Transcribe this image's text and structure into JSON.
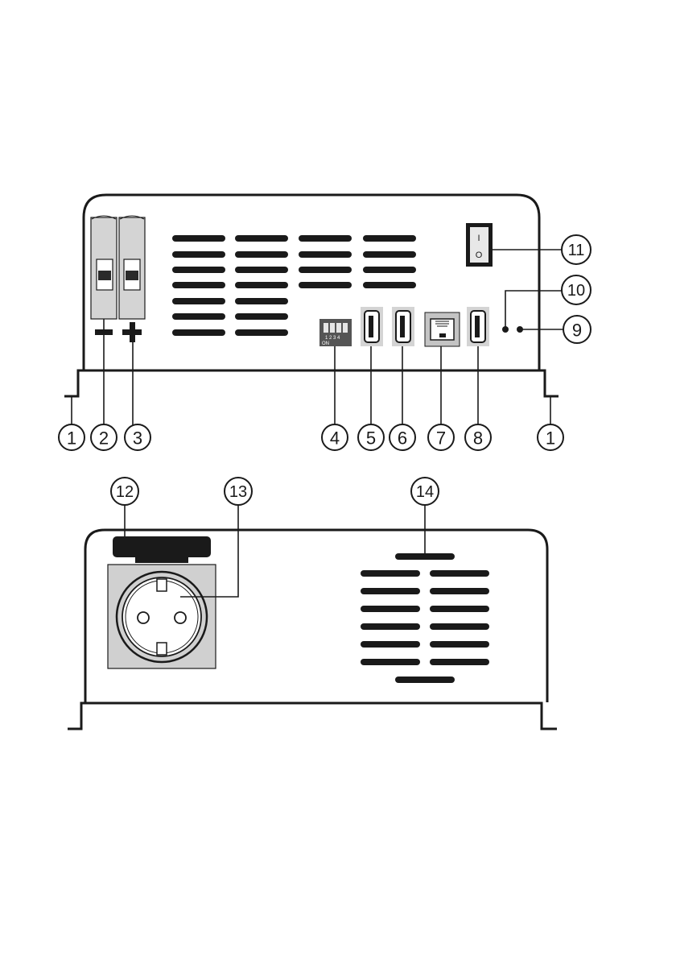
{
  "figure": {
    "top_view": {
      "terminal_minus_symbol": "−",
      "terminal_plus_symbol": "+",
      "dip_switch_label": "1 2 3 4",
      "dip_switch_on": "ON",
      "switch_on_mark": "I",
      "switch_off_mark": "O"
    },
    "callouts": [
      {
        "id": "c1a",
        "label": "1"
      },
      {
        "id": "c2",
        "label": "2"
      },
      {
        "id": "c3",
        "label": "3"
      },
      {
        "id": "c4",
        "label": "4"
      },
      {
        "id": "c5",
        "label": "5"
      },
      {
        "id": "c6",
        "label": "6"
      },
      {
        "id": "c7",
        "label": "7"
      },
      {
        "id": "c8",
        "label": "8"
      },
      {
        "id": "c1b",
        "label": "1"
      },
      {
        "id": "c9",
        "label": "9"
      },
      {
        "id": "c10",
        "label": "10"
      },
      {
        "id": "c11",
        "label": "11"
      },
      {
        "id": "c12",
        "label": "12"
      },
      {
        "id": "c13",
        "label": "13"
      },
      {
        "id": "c14",
        "label": "14"
      }
    ]
  }
}
